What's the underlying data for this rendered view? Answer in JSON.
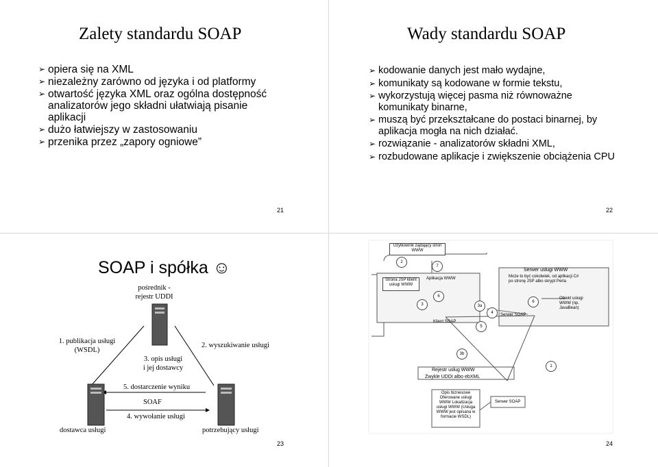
{
  "slides": {
    "s21": {
      "title": "Zalety standardu SOAP",
      "bullets": [
        "opiera się na XML",
        "niezależny zarówno od języka i od platformy",
        "otwartość języka XML oraz ogólna dostępność analizatorów jego składni ułatwiają pisanie aplikacji",
        "dużo łatwiejszy w zastosowaniu",
        "przenika przez „zapory ogniowe”"
      ],
      "page_number": "21"
    },
    "s22": {
      "title": "Wady standardu SOAP",
      "bullets": [
        "kodowanie danych jest mało wydajne,",
        "komunikaty są kodowane w formie tekstu,",
        "wykorzystują więcej pasma niż równoważne komunikaty binarne,",
        "muszą być przekształcane do postaci binarnej, by aplikacja mogła na nich działać.",
        "rozwiązanie - analizatorów składni XML,",
        "rozbudowane aplikacje i zwiększenie obciążenia CPU"
      ],
      "page_number": "22"
    },
    "s23": {
      "title": "SOAP i spółka ☺",
      "broker_label": "pośrednik - rejestr UDDI",
      "step1": "1. publikacja usługi (WSDL)",
      "step2": "2. wyszukiwanie usługi",
      "step3": "3. opis usługi i jej dostawcy",
      "step5": "5. dostarczenie wyniku",
      "soaf": "SOAF",
      "step4": "4. wywołanie usługi",
      "provider": "dostawca usługi",
      "consumer": "potrzebujący usługi",
      "page_number": "23"
    },
    "s24": {
      "user_box": "Użytkownik żądający stron WWW",
      "jsp_box": "Strona JSP klient usługi WWW",
      "app_label": "Aplikacja WWW",
      "server_title": "Serwer usługi WWW",
      "server_note": "Może to być cokolwiek, od aplikacji C# po stronę JSP albo skrypt Perla",
      "object_box": "Obiekt usługi WWW (np. JavaBean)",
      "soap_server": "Serwer SOAP",
      "soap_client": "Klient SOAP",
      "registry_title": "Rejestr usług WWW",
      "registry_sub": "Zwykle UDDI albo ebXML",
      "registry_items": "Opis biznesowe Oferowane usługi WWW Lokalizacja usługi WWW (Usługa WWW jest opisana w formacie WSDL)",
      "registry_server": "Serwer SOAP",
      "circles": [
        "2",
        "7",
        "3",
        "6",
        "3a",
        "6",
        "4",
        "5",
        "3b",
        "1"
      ],
      "page_number": "24"
    }
  }
}
